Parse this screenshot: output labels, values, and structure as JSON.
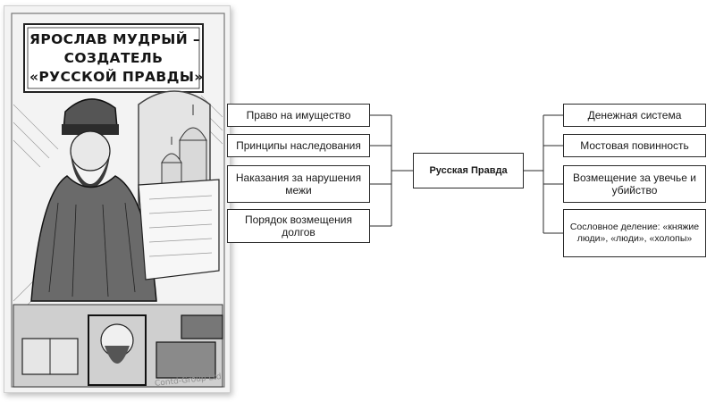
{
  "illustration": {
    "headline_lines": [
      "ЯРОСЛАВ МУДРЫЙ –",
      "СОЗДАТЕЛЬ",
      "«РУССКОЙ ПРАВДЫ»"
    ],
    "watermark": "Contd-Group Ltd"
  },
  "diagram": {
    "center": "Русская Правда",
    "left_items": [
      "Право на имущество",
      "Принципы наследования",
      "Наказания за нарушения межи",
      "Порядок возмещения долгов"
    ],
    "right_items": [
      "Денежная система",
      "Мостовая повинность",
      "Возмещение за увечье и убийство",
      "Сословное деление: «княжие люди», «люди», «холопы»"
    ],
    "colors": {
      "line": "#2a2a2a",
      "box_fill": "#ffffff",
      "panel_fill": "#f3f3f3"
    }
  }
}
